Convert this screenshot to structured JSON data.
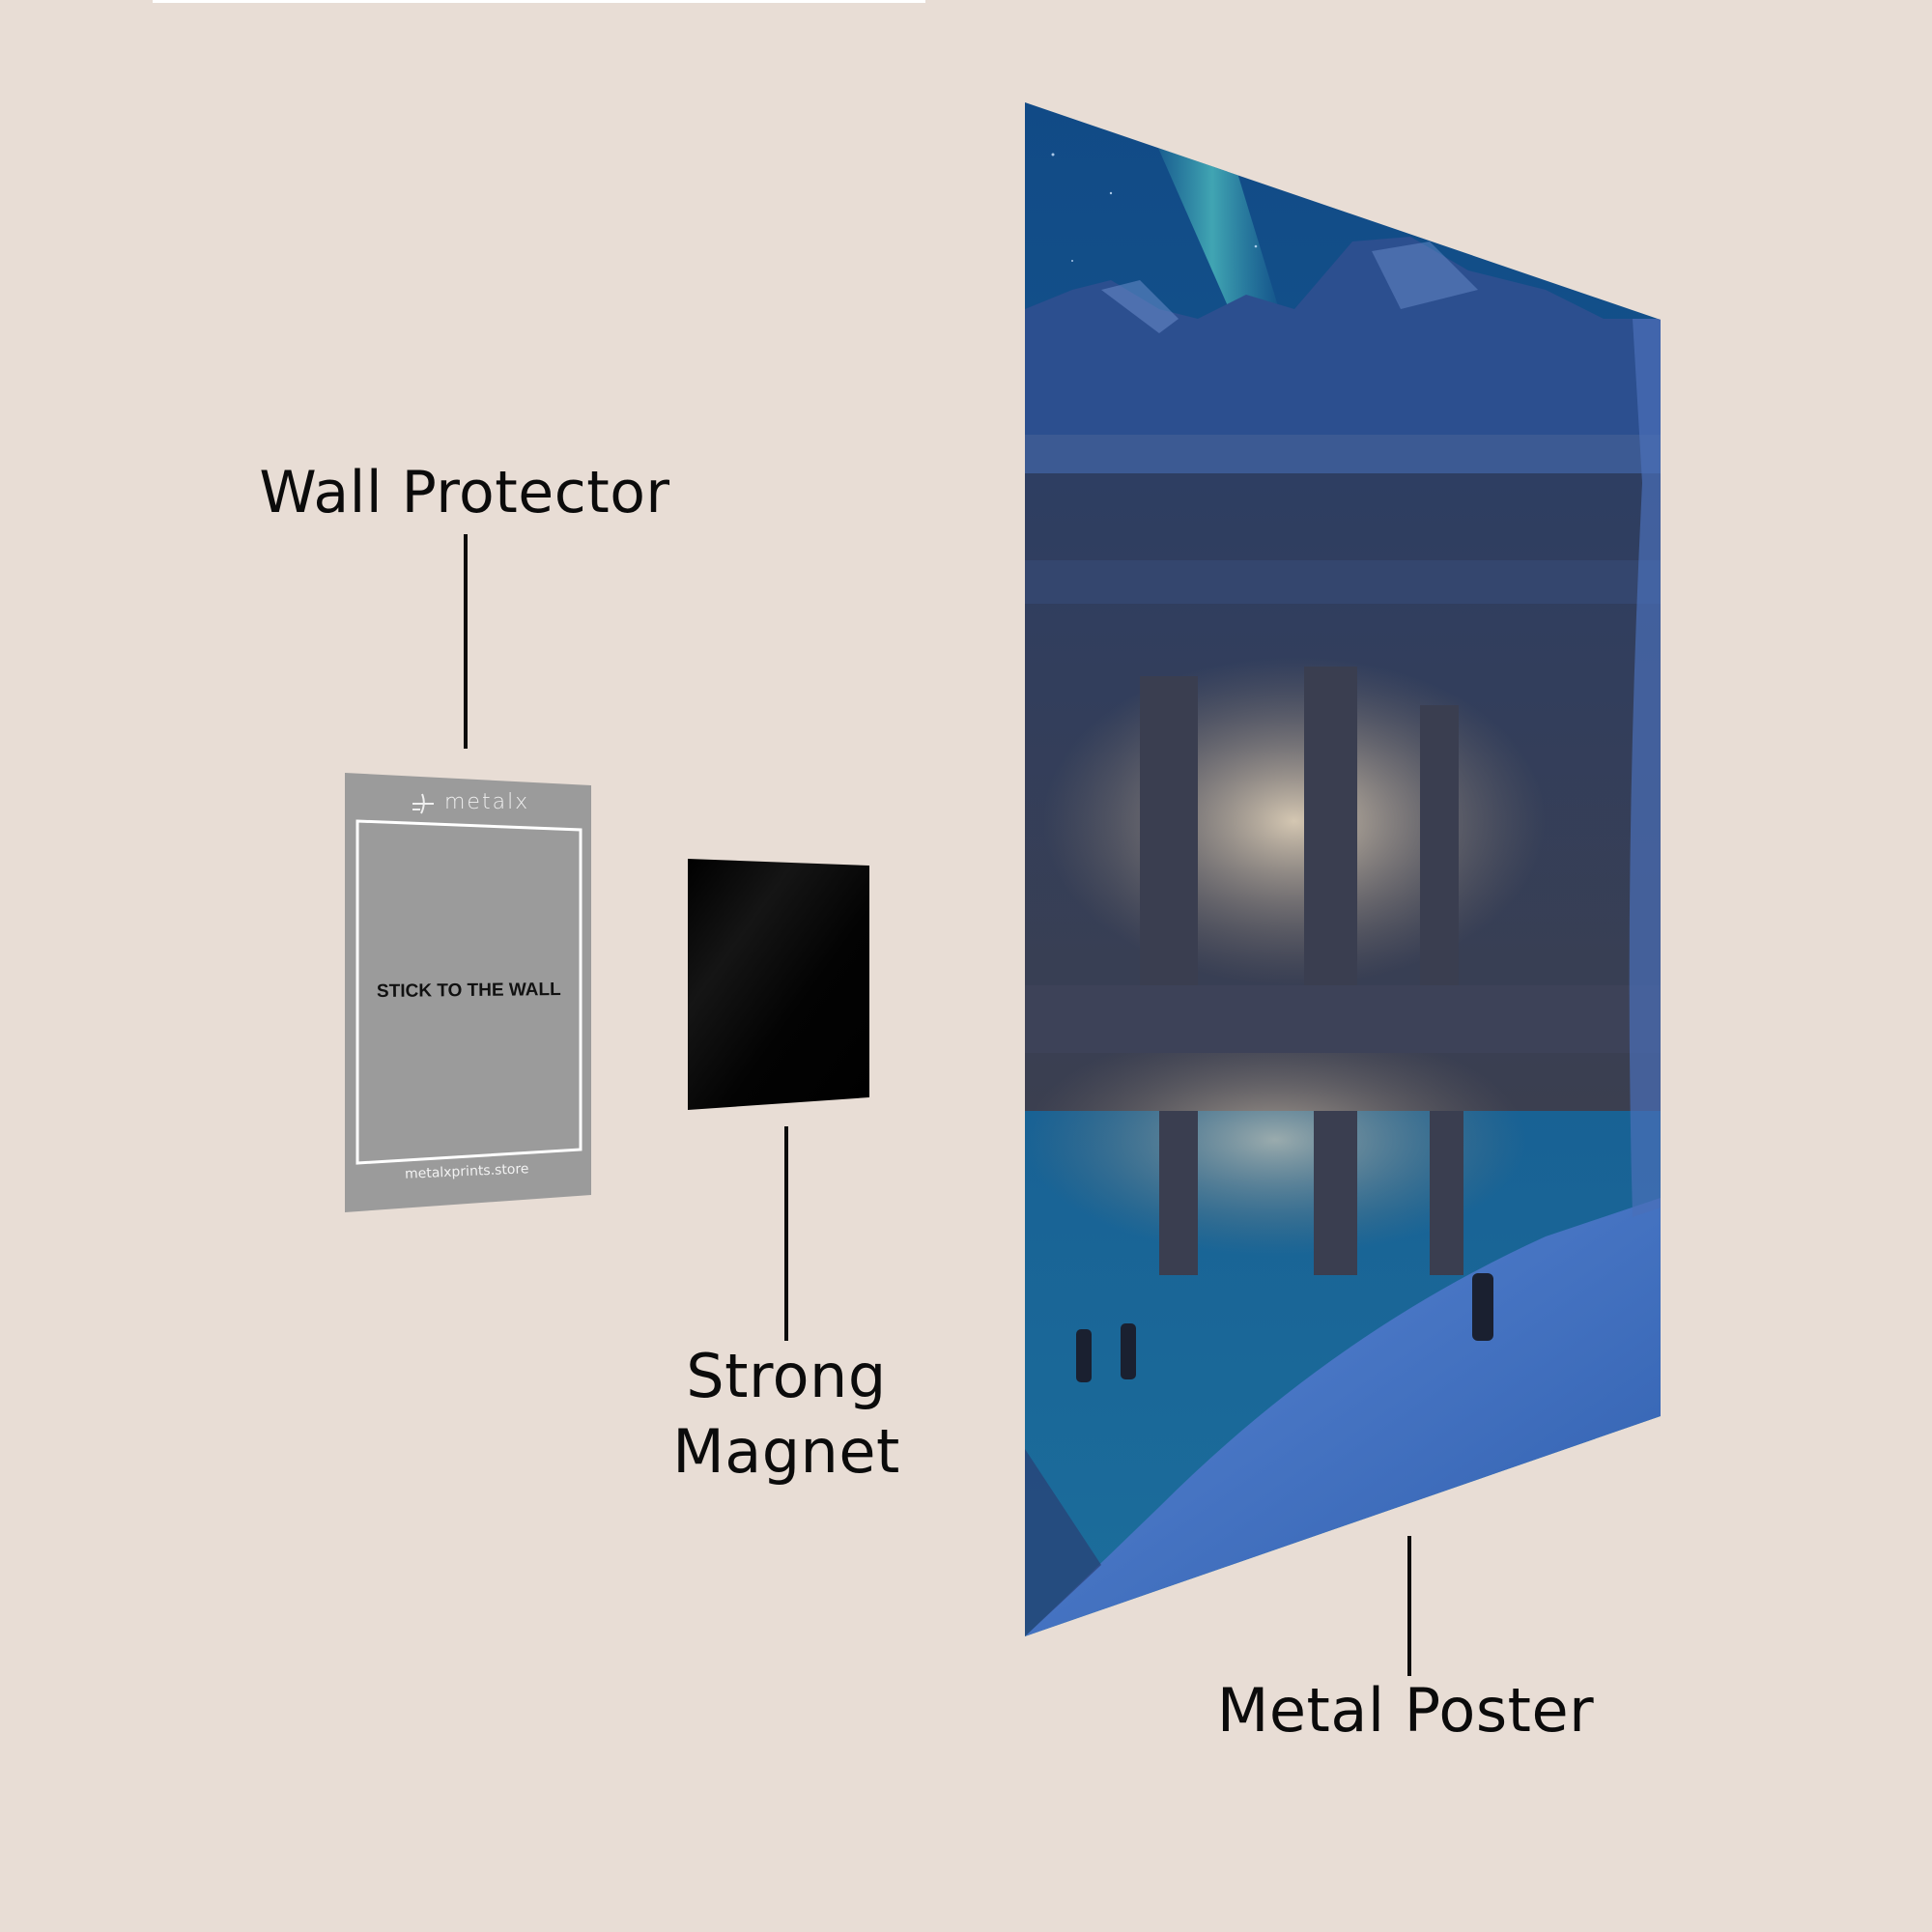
{
  "labels": {
    "wall_protector": "Wall Protector",
    "strong_magnet_line1": "Strong",
    "strong_magnet_line2": "Magnet",
    "metal_poster": "Metal Poster"
  },
  "wall_protector": {
    "brand": "metalx",
    "instruction": "STICK TO THE WALL",
    "website": "metalxprints.store",
    "color": "#9b9b9b",
    "border_color": "#ffffff"
  },
  "magnet": {
    "color": "#050505"
  },
  "poster": {
    "scene": "Snowy mountain temple at night with aurora",
    "sky_color": "#1e6f9e",
    "aurora_color": "#3fb0b8",
    "mountain_color": "#2c4f8f",
    "temple_color": "#3a4560",
    "light_color": "#d8c8b0",
    "snow_color": "#3f6fc2"
  },
  "colors": {
    "background": "#e8ddd5",
    "text": "#0b0b0b"
  }
}
